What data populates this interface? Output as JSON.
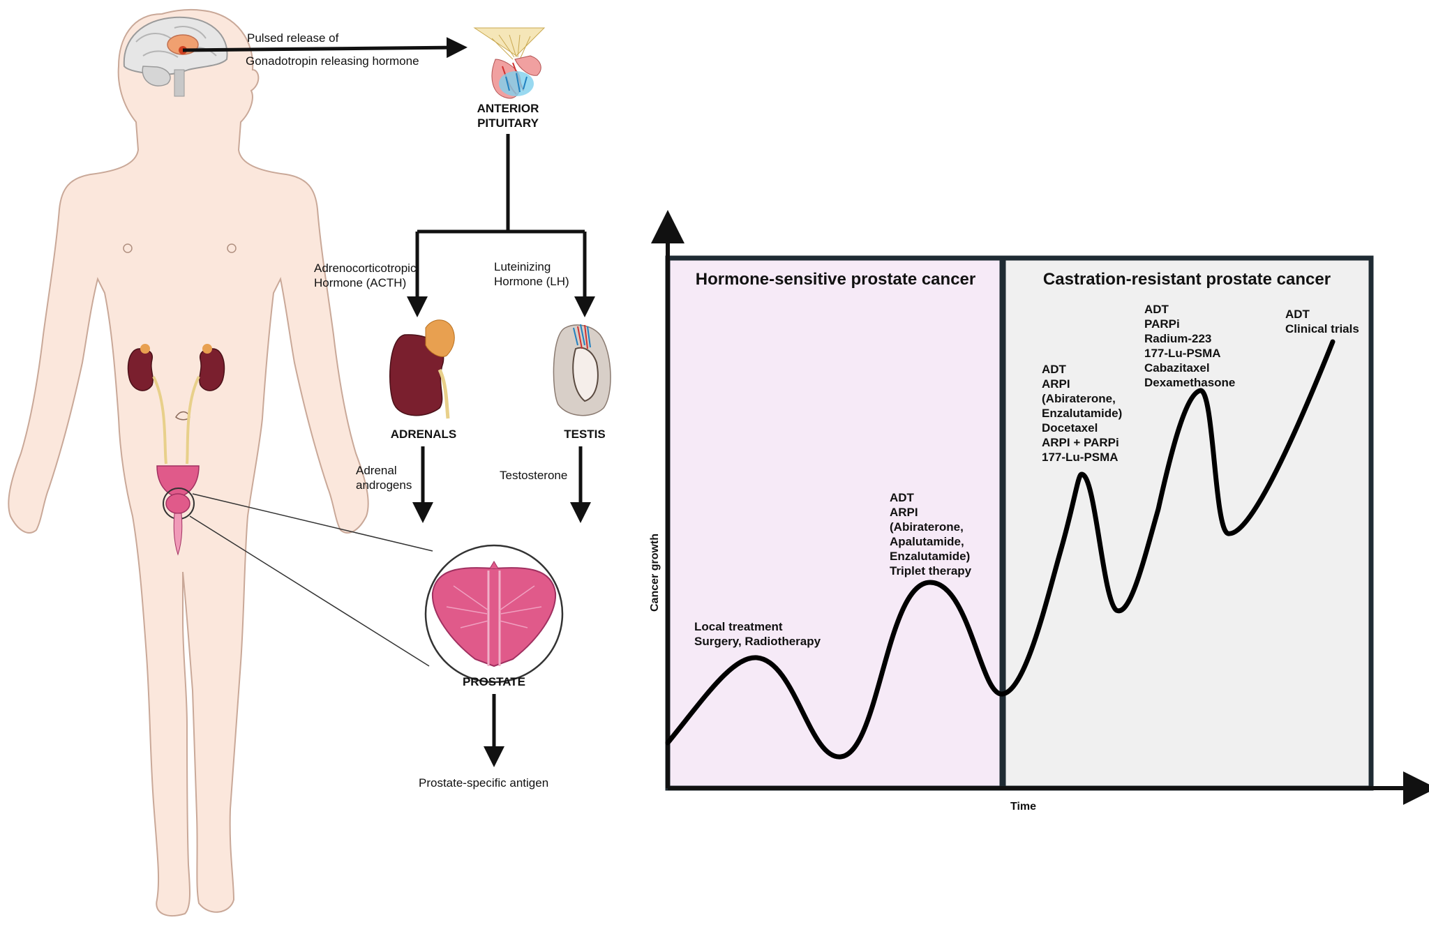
{
  "pathway": {
    "gnrh_line1": "Pulsed release of",
    "gnrh_line2": "Gonadotropin releasing hormone",
    "pituitary_line1": "ANTERIOR",
    "pituitary_line2": "PITUITARY",
    "acth_line1": "Adrenocorticotropic",
    "acth_line2": "Hormone (ACTH)",
    "lh_line1": "Luteinizing",
    "lh_line2": "Hormone (LH)",
    "adrenals": "ADRENALS",
    "testis": "TESTIS",
    "adrenal_androgens_line1": "Adrenal",
    "adrenal_androgens_line2": "androgens",
    "testosterone": "Testosterone",
    "prostate": "PROSTATE",
    "psa": "Prostate‑specific antigen"
  },
  "colors": {
    "skin": "#fbe7dc",
    "skin_outline": "#c9a898",
    "kidney": "#7a1f2e",
    "adrenal_gland": "#e8a050",
    "prostate_pink": "#e05a8a",
    "hormone_sensitive_bg": "#f6eaf7",
    "castration_resistant_bg": "#f0f0f0",
    "frame": "#1f2b33"
  },
  "chart": {
    "hs_title": "Hormone-sensitive prostate cancer",
    "cr_title": "Castration-resistant prostate cancer",
    "ylabel": "Cancer growth",
    "xlabel": "Time",
    "annotations": {
      "a1": [
        "Local treatment",
        "Surgery, Radiotherapy"
      ],
      "a2": [
        "ADT",
        "ARPI",
        "(Abiraterone,",
        "Apalutamide,",
        "Enzalutamide)",
        "Triplet therapy"
      ],
      "a3": [
        "ADT",
        "ARPI",
        "(Abiraterone,",
        "Enzalutamide)",
        "Docetaxel",
        "ARPI + PARPi",
        "177-Lu-PSMA"
      ],
      "a4": [
        "ADT",
        "PARPi",
        "Radium-223",
        "177-Lu-PSMA",
        "Cabazitaxel",
        "Dexamethasone"
      ],
      "a5": [
        "ADT",
        "Clinical trials"
      ]
    }
  }
}
